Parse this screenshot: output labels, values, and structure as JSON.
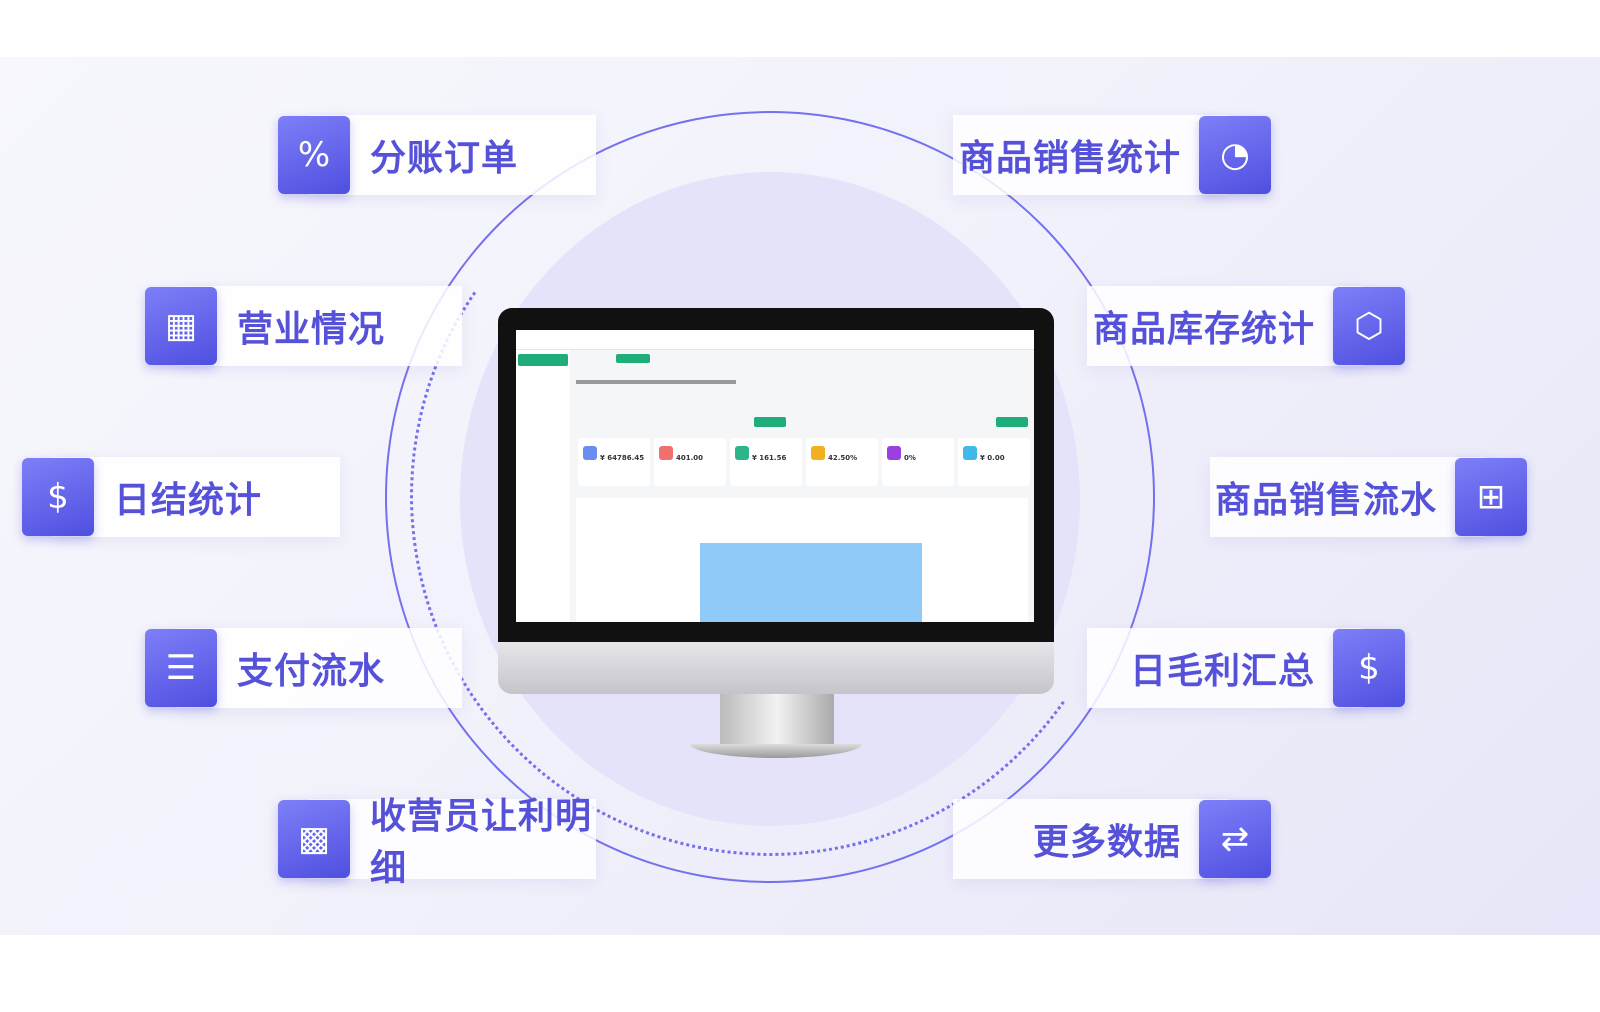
{
  "left_features": [
    {
      "label": "分账订单",
      "icon": "receipt-percent-icon"
    },
    {
      "label": "营业情况",
      "icon": "storefront-icon"
    },
    {
      "label": "日结统计",
      "icon": "document-dollar-icon"
    },
    {
      "label": "支付流水",
      "icon": "tax-invoice-icon"
    },
    {
      "label": "收营员让利明细",
      "icon": "calculator-percent-icon"
    }
  ],
  "right_features": [
    {
      "label": "商品销售统计",
      "icon": "chart-report-icon"
    },
    {
      "label": "商品库存统计",
      "icon": "box-icon"
    },
    {
      "label": "商品销售流水",
      "icon": "flow-box-icon"
    },
    {
      "label": "日毛利汇总",
      "icon": "building-dollar-icon"
    },
    {
      "label": "更多数据",
      "icon": "data-exchange-icon"
    }
  ],
  "dashboard": {
    "stats": [
      {
        "value": "¥ 64786.45",
        "color": "#6b8cf0"
      },
      {
        "value": "401.00",
        "color": "#f07070"
      },
      {
        "value": "¥ 161.56",
        "color": "#2fb38a"
      },
      {
        "value": "42.50%",
        "color": "#f0b020"
      },
      {
        "value": "0%",
        "color": "#9b40e0"
      },
      {
        "value": "¥ 0.00",
        "color": "#40b8e8"
      }
    ],
    "accent": "#1fae7a",
    "bar_color": "#90caf9"
  }
}
